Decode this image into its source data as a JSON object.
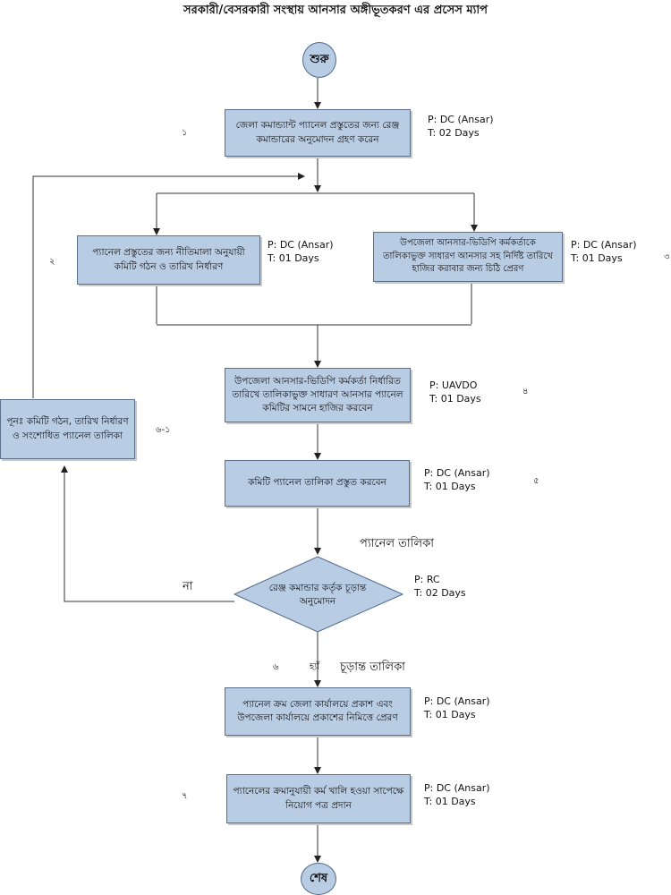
{
  "title": "সরকারী/বেসরকারী সংস্থায় আনসার অঙ্গীভূতকরণ এর প্রসেস ম্যাপ",
  "start": "শুরু",
  "end": "শেষ",
  "steps": [
    {
      "num": "১",
      "text": "জেলা কমান্ড্যান্ট প্যানেল প্রস্তুতের জন্য রেঞ্জ কমান্ডারের অনুমোদন গ্রহণ করেন",
      "p": "P: DC (Ansar)",
      "t": "T: 02 Days"
    },
    {
      "num": "২",
      "text": "প্যানেল প্রস্তুতের জন্য নীতিমালা অনুযায়ী কমিটি গঠন ও তারিখ নির্ধারণ",
      "p": "P: DC (Ansar)",
      "t": "T: 01 Days"
    },
    {
      "num": "৩",
      "text": "উপজেলা আনসার-ভিডিপি কর্মকর্তাকে তালিকাভুক্ত সাধারণ আনসার সহ নির্দিষ্ট তারিখে হাজির করাবার জন্য চিঠি প্রেরণ",
      "p": "P: DC (Ansar)",
      "t": "T: 01 Days"
    },
    {
      "num": "৪",
      "text": "উপজেলা আনসার-ভিডিপি কর্মকর্তা নির্ধারিত তারিখে তালিকাভুক্ত সাধারণ আনসার প্যানেল কমিটির সামনে হাজির করবেন",
      "p": "P: UAVDO",
      "t": "T: 01 Days"
    },
    {
      "num": "৫",
      "text": "কমিটি প্যানেল তালিকা প্রস্তুত করবেন",
      "p": "P: DC (Ansar)",
      "t": "T: 01 Days"
    },
    {
      "num": "৬",
      "text": "প্যানেল ক্রম জেলা কার্যালয়ে প্রকাশ এবং উপজেলা কার্যালয়ে প্রকাশের নিমিত্তে প্রেরণ",
      "p": "P: DC (Ansar)",
      "t": "T: 01 Days"
    },
    {
      "num": "৭",
      "text": "প্যানেলের ক্রমানুযায়ী কর্ম খালি হওয়া সাপেক্ষে নিয়োগ পত্র প্রদান",
      "p": "P: DC (Ansar)",
      "t": "T: 01 Days"
    }
  ],
  "redo": {
    "num": "৬-১",
    "text": "পূনঃ কমিটি গঠন, তারিখ নির্ধারণ ও সংশোধিত প্যানেল তালিকা"
  },
  "decision": {
    "text": "রেঞ্জ কমান্ডার কর্তৃক চূড়ান্ত অনুমোদন",
    "p": "P: RC",
    "t": "T: 02 Days",
    "no": "না",
    "yes": "হ্যাঁ"
  },
  "labels": {
    "panel_list": "প্যানেল তালিকা",
    "final_list": "চূড়ান্ত তালিকা"
  }
}
